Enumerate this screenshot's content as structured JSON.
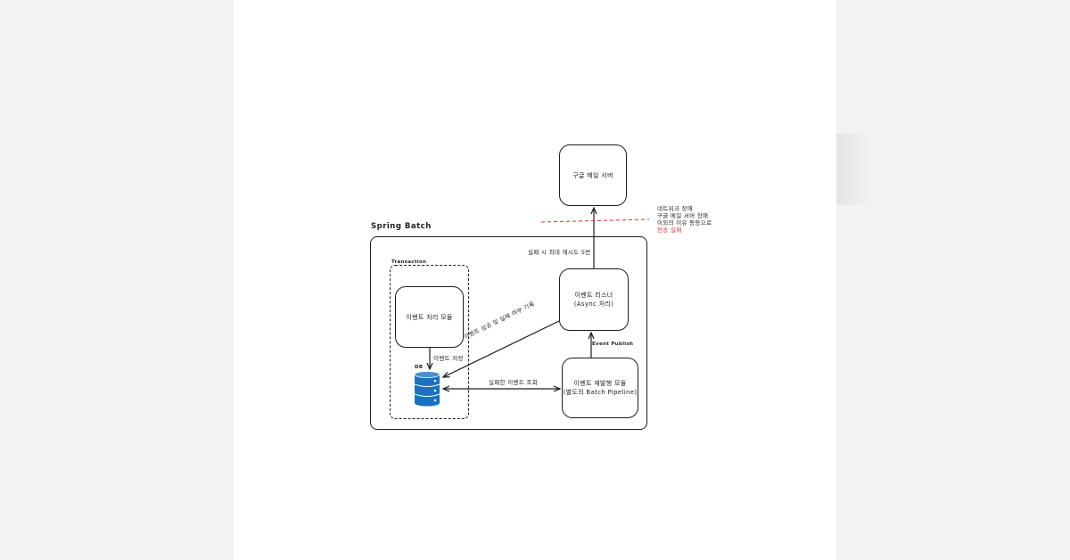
{
  "diagram": {
    "nodes": {
      "google_mail": "구글 메일 서버",
      "event_listener": {
        "line1": "이벤트 리스너",
        "line2": "(Async 처리)"
      },
      "event_processor": "이벤트 처리 모듈",
      "event_resend": {
        "line1": "이벤트 재발행 모듈",
        "line2": "(별도의 Batch Pipeline)"
      },
      "db": "DB"
    },
    "groups": {
      "spring_batch": "Spring Batch",
      "transaction": "Transaction"
    },
    "edges": {
      "save_event": "이벤트 저장",
      "record_result": "이벤트 성공 및 실패 여부 기록",
      "query_failed": "실패한 이벤트 조회",
      "event_publish": "Event Publish",
      "max_retry": "실패 시 최대 재시도 5번"
    },
    "failure_note": {
      "line1": "네트워크 장애",
      "line2": "구글 메일 서버 장애",
      "line3": "이외의 이유 등등으로",
      "line4": "전송 실패"
    },
    "colors": {
      "stroke": "#1e1e1e",
      "db_blue": "#1971c2",
      "failure_red": "#e03131",
      "background": "#ffffff"
    }
  }
}
